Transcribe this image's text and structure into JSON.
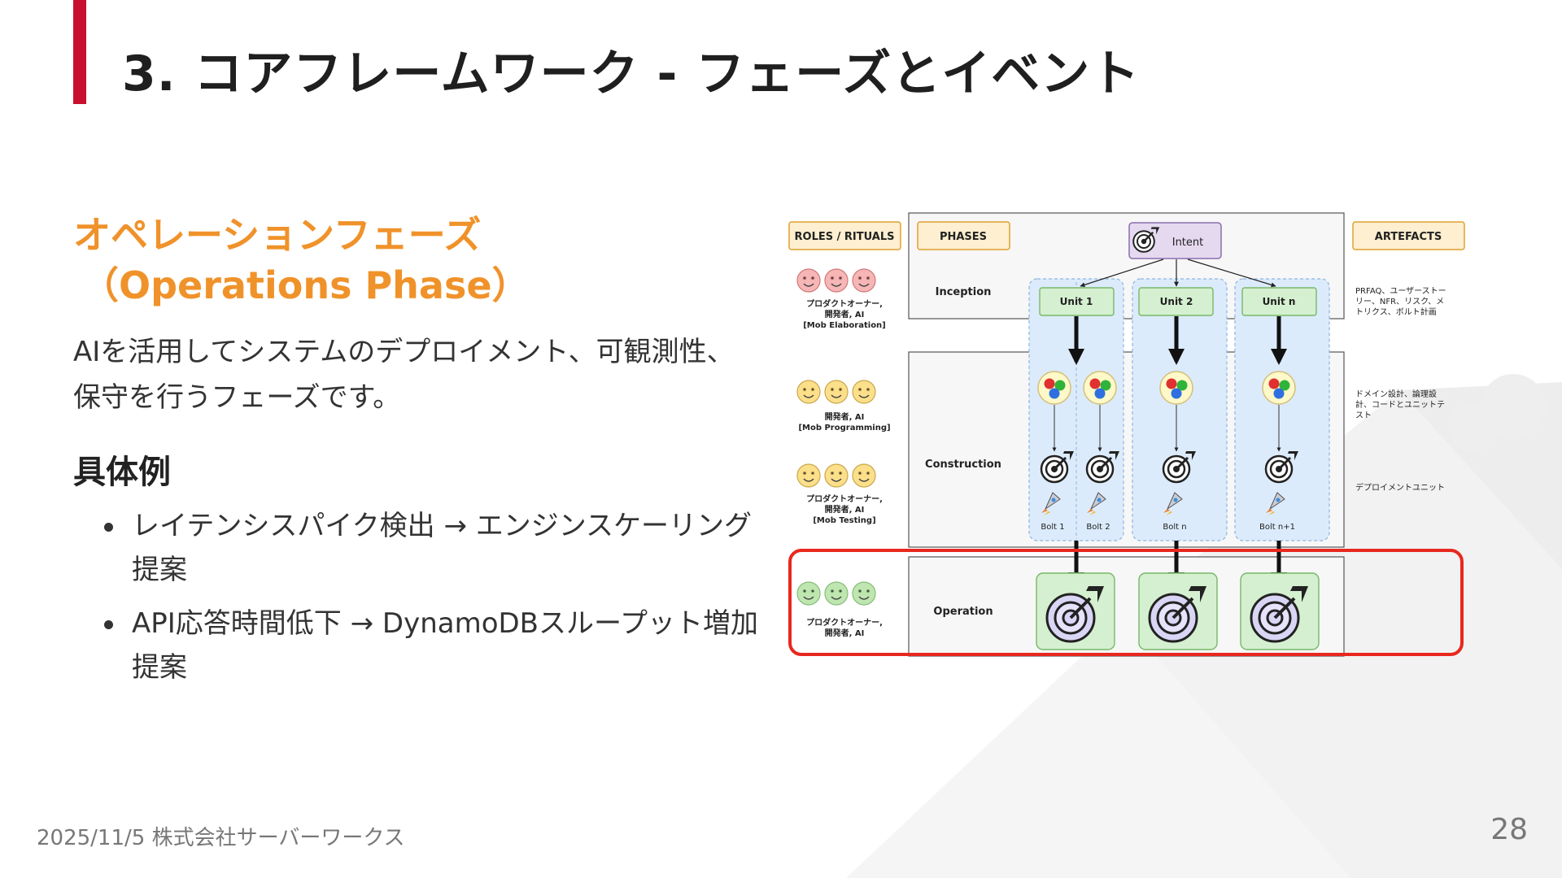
{
  "slide": {
    "title": "3. コアフレームワーク - フェーズとイベント",
    "subtitle_line1": "オペレーションフェーズ",
    "subtitle_line2": "（Operations Phase）",
    "description": "AIを活用してシステムのデプロイメント、可観測性、保守を行うフェーズです。",
    "examples_heading": "具体例",
    "examples": [
      "レイテンシスパイク検出 → エンジンスケーリング提案",
      "API応答時間低下 → DynamoDBスループット増加提案"
    ],
    "footer": "2025/11/5 株式会社サーバーワークス",
    "page_number": "28"
  },
  "diagram": {
    "headers": {
      "roles": "ROLES / RITUALS",
      "phases": "PHASES",
      "intent": "Intent",
      "artefacts": "ARTEFACTS"
    },
    "phases": {
      "inception": "Inception",
      "construction": "Construction",
      "operation": "Operation"
    },
    "units": [
      "Unit 1",
      "Unit 2",
      "Unit n"
    ],
    "bolts": [
      "Bolt 1",
      "Bolt 2",
      "Bolt n",
      "Bolt n+1"
    ],
    "roles": [
      {
        "line1": "プロダクトオーナー,",
        "line2": "開発者, AI",
        "line3": "[Mob Elaboration]"
      },
      {
        "line1": "開発者, AI",
        "line2": "[Mob Programming]"
      },
      {
        "line1": "プロダクトオーナー,",
        "line2": "開発者, AI",
        "line3": "[Mob Testing]"
      },
      {
        "line1": "プロダクトオーナー,",
        "line2": "開発者, AI"
      }
    ],
    "artefacts": {
      "inception_l1": "PRFAQ、ユーザーストー",
      "inception_l2": "リー、NFR、リスク、メ",
      "inception_l3": "トリクス、ボルト計画",
      "construction_l1": "ドメイン設計、論理設",
      "construction_l2": "計、コードとユニットテ",
      "construction_l3": "スト",
      "deploy": "デプロイメントユニット"
    },
    "colors": {
      "highlight": "#e8281e",
      "unit_fill": "#d5f0d0",
      "unit_column": "#dcebfb",
      "header_fill": "#fdefcf",
      "intent_fill": "#e5d9f0",
      "face_pink": "#f7b6b6",
      "face_yellow": "#fcdf8a",
      "face_green": "#bfe6b0"
    }
  }
}
